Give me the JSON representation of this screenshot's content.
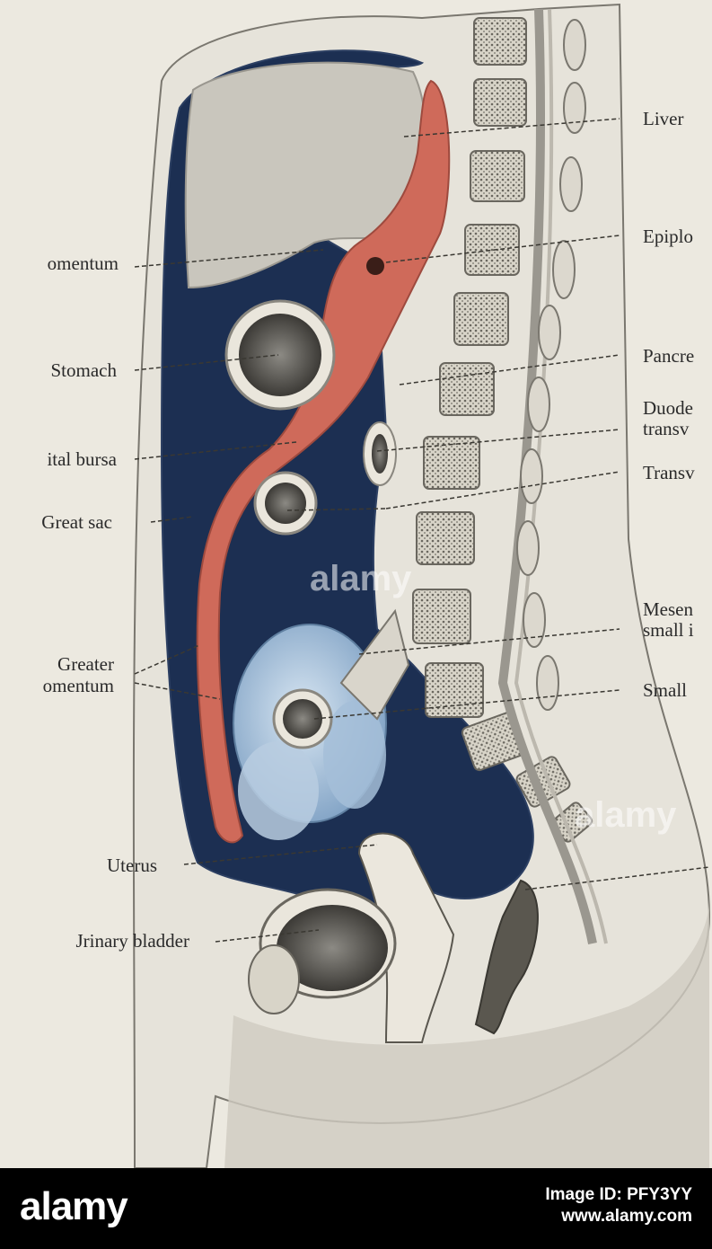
{
  "labels_left": {
    "omentum_upper": "omentum",
    "stomach": "Stomach",
    "bursa": "ital bursa",
    "great_sac": "Great sac",
    "greater_1": "Greater",
    "greater_2": "omentum",
    "uterus": "Uterus",
    "bladder": "Jrinary bladder"
  },
  "labels_right": {
    "liver": "Liver",
    "epiploic": "Epiplo",
    "pancreas": "Pancre",
    "duodenum_1": "Duode",
    "duodenum_2": "transv",
    "transverse": "Transv",
    "mesentery_1": "Mesen",
    "mesentery_2": "small i",
    "small": "Small"
  },
  "footer": {
    "brand": "alamy",
    "image_id": "Image ID: PFY3YY",
    "site": "www.alamy.com"
  },
  "colors": {
    "great_sac": "#1c2f52",
    "omental_bursa": "#cf6a5a",
    "paper": "#ece9e0"
  }
}
